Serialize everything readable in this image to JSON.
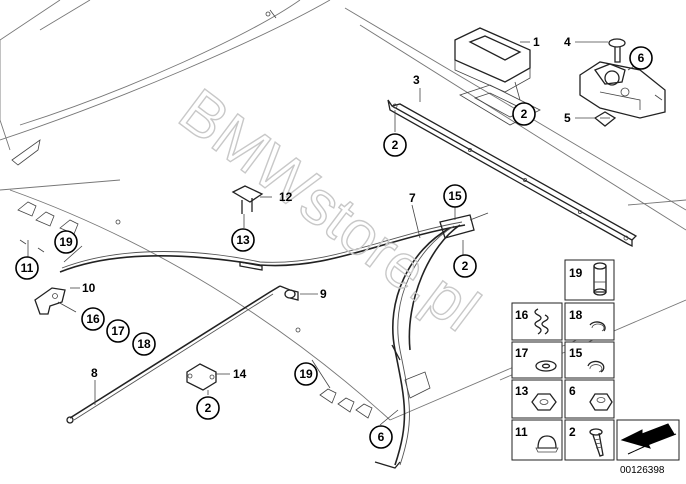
{
  "diagram": {
    "callouts": [
      {
        "id": "c1",
        "text": "1"
      },
      {
        "id": "c2a",
        "text": "2"
      },
      {
        "id": "c2b",
        "text": "2"
      },
      {
        "id": "c2c",
        "text": "2"
      },
      {
        "id": "c2d",
        "text": "2"
      },
      {
        "id": "c3",
        "text": "3"
      },
      {
        "id": "c4",
        "text": "4"
      },
      {
        "id": "c5",
        "text": "5"
      },
      {
        "id": "c6a",
        "text": "6"
      },
      {
        "id": "c6b",
        "text": "6"
      },
      {
        "id": "c7",
        "text": "7"
      },
      {
        "id": "c8",
        "text": "8"
      },
      {
        "id": "c9",
        "text": "9"
      },
      {
        "id": "c10",
        "text": "10"
      },
      {
        "id": "c11",
        "text": "11"
      },
      {
        "id": "c12",
        "text": "12"
      },
      {
        "id": "c13",
        "text": "13"
      },
      {
        "id": "c14",
        "text": "14"
      },
      {
        "id": "c15",
        "text": "15"
      },
      {
        "id": "c16",
        "text": "16"
      },
      {
        "id": "c17",
        "text": "17"
      },
      {
        "id": "c18",
        "text": "18"
      },
      {
        "id": "c19a",
        "text": "19"
      },
      {
        "id": "c19b",
        "text": "19"
      }
    ],
    "legend_cells": [
      {
        "id": "l19",
        "text": "19"
      },
      {
        "id": "l16",
        "text": "16"
      },
      {
        "id": "l18",
        "text": "18"
      },
      {
        "id": "l17",
        "text": "17"
      },
      {
        "id": "l15",
        "text": "15"
      },
      {
        "id": "l13",
        "text": "13"
      },
      {
        "id": "l6",
        "text": "6"
      },
      {
        "id": "l11",
        "text": "11"
      },
      {
        "id": "l2",
        "text": "2"
      }
    ],
    "watermark": "BMWstore.pl",
    "document_number": "00126398"
  }
}
